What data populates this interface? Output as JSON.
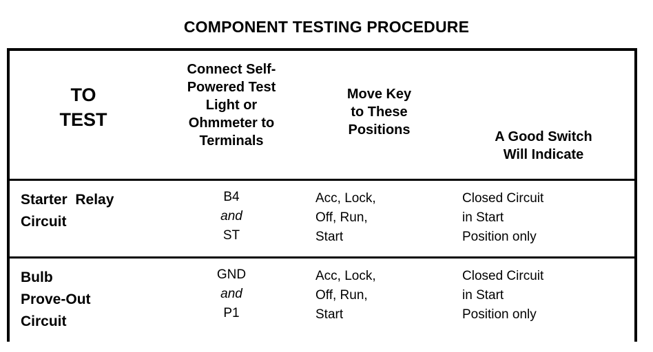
{
  "document": {
    "title": "COMPONENT TESTING PROCEDURE"
  },
  "table": {
    "headers": {
      "col1": {
        "line1": "TO",
        "line2": "TEST"
      },
      "col2": {
        "line1": "Connect Self-",
        "line2": "Powered Test",
        "line3": "Light or",
        "line4": "Ohmmeter to",
        "line5": "Terminals"
      },
      "col3": {
        "line1": "Move Key",
        "line2": "to These",
        "line3": "Positions"
      },
      "col4": {
        "line1": "A Good Switch",
        "line2": "Will Indicate"
      }
    },
    "rows": [
      {
        "to_test": {
          "line1": "Starter  Relay",
          "line2": "Circuit"
        },
        "terminals": {
          "line1": "B4",
          "line2": "and",
          "line3": "ST"
        },
        "key_positions": {
          "line1": "Acc, Lock,",
          "line2": "Off, Run,",
          "line3": "Start"
        },
        "good_switch": {
          "line1": "Closed Circuit",
          "line2": "in Start",
          "line3": "Position only"
        }
      },
      {
        "to_test": {
          "line1": "Bulb",
          "line2": "Prove-Out",
          "line3": "Circuit"
        },
        "terminals": {
          "line1": "GND",
          "line2": "and",
          "line3": "P1"
        },
        "key_positions": {
          "line1": "Acc, Lock,",
          "line2": "Off, Run,",
          "line3": "Start"
        },
        "good_switch": {
          "line1": "Closed Circuit",
          "line2": "in Start",
          "line3": "Position only"
        }
      }
    ]
  },
  "colors": {
    "background": "#ffffff",
    "ink": "#000000",
    "border": "#000000"
  }
}
